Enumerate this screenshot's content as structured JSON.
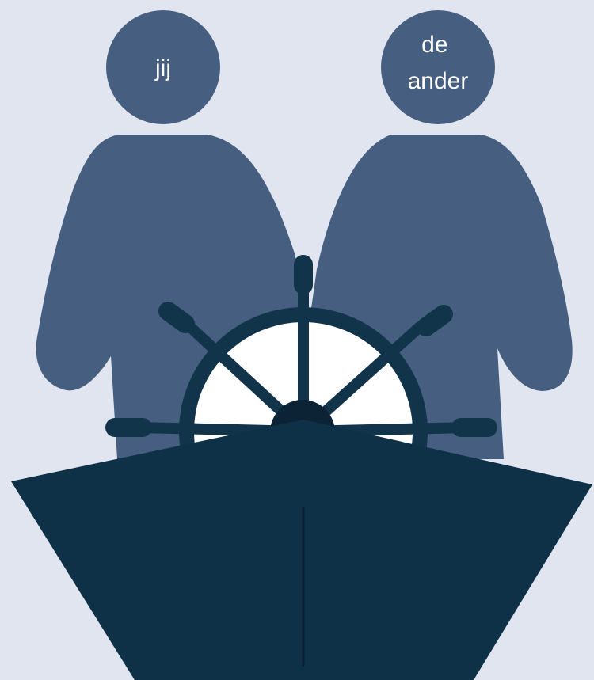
{
  "people": [
    {
      "label_lines": [
        "jij"
      ]
    },
    {
      "label_lines": [
        "de",
        "ander"
      ]
    }
  ],
  "colors": {
    "background": "#e1e5ef",
    "person": "#465f80",
    "wheel": "#12344b",
    "wheel_hub": "#0b2335",
    "wheel_face": "#ffffff",
    "boat": "#0f3148"
  },
  "icons": [
    "person-icon",
    "person-icon",
    "ship-wheel-icon",
    "boat-icon"
  ]
}
